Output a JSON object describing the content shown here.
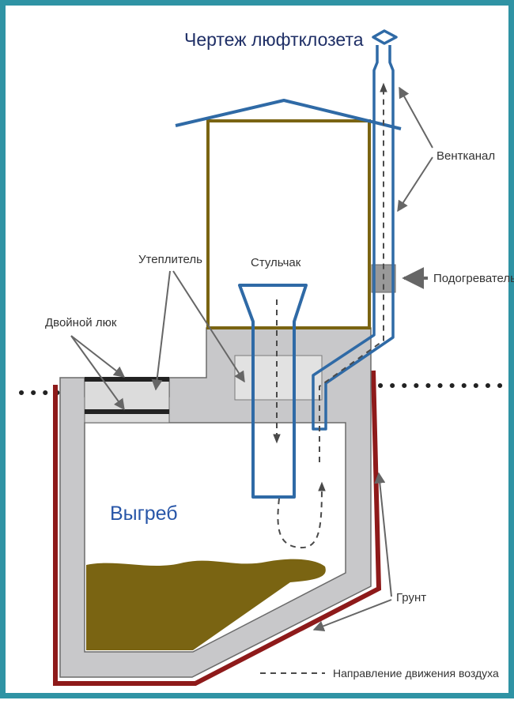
{
  "diagram": {
    "title": "Чертеж люфтклозета",
    "labels": {
      "vent": "Вентканал",
      "heater": "Подогреватель",
      "insulation": "Утеплитель",
      "seat": "Стульчак",
      "double_hatch": "Двойной люк",
      "pit": "Выгреб",
      "soil": "Грунт",
      "airflow": "Направление движения воздуха"
    },
    "colors": {
      "frame": "#2f93a4",
      "pipe": "#2f6aa6",
      "cabin": "#7a6412",
      "concrete": "#c8c8ca",
      "soil_line": "#8e1a1a",
      "waste": "#7a6412",
      "arrow": "#666666"
    }
  }
}
